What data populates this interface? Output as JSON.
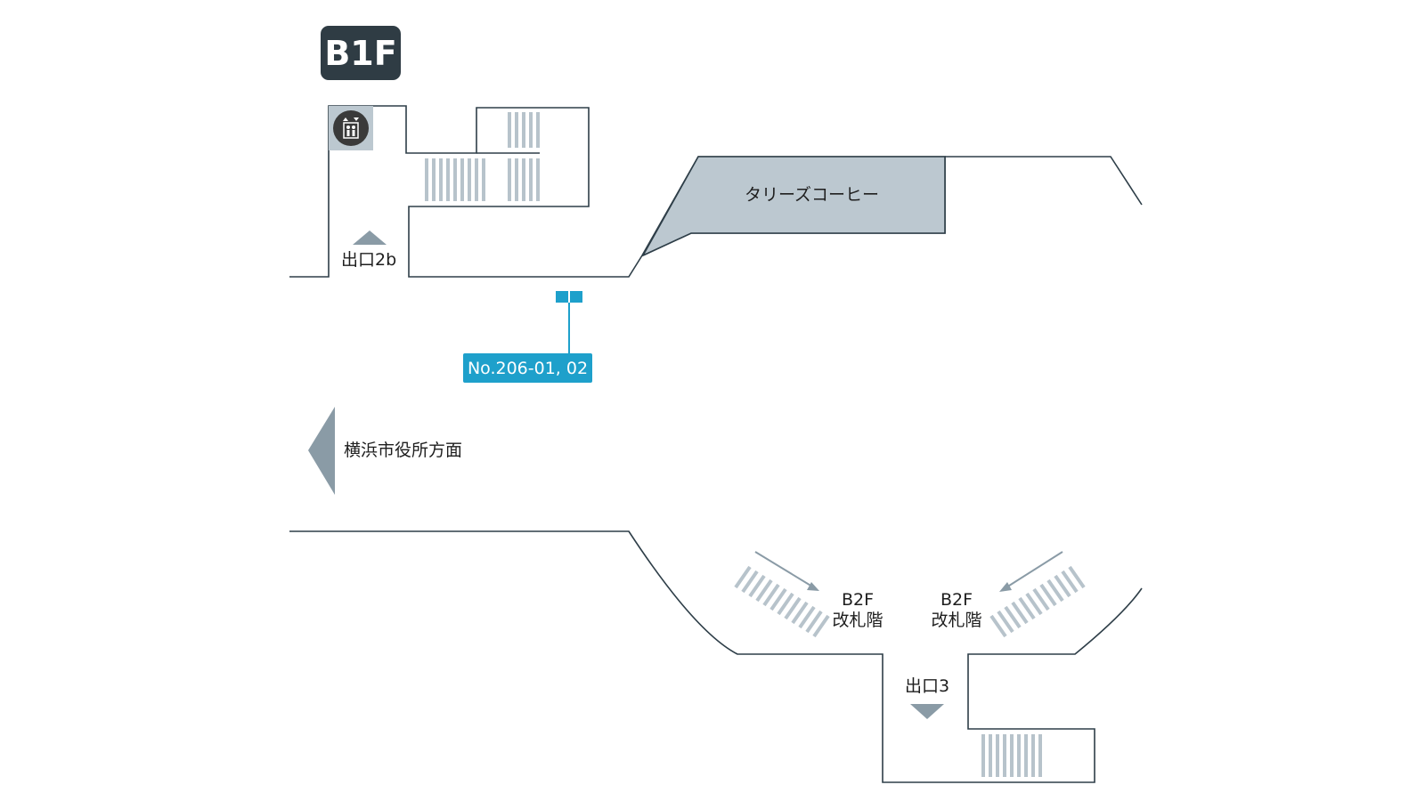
{
  "floor": {
    "label": "B1F"
  },
  "shop": {
    "name": "タリーズコーヒー"
  },
  "exits": {
    "exit_2b": "出口2b",
    "exit_3": "出口3"
  },
  "direction": {
    "label": "横浜市役所方面"
  },
  "ad": {
    "label": "No.206-01, 02"
  },
  "escalators": {
    "left": {
      "line1": "B2F",
      "line2": "改札階"
    },
    "right": {
      "line1": "B2F",
      "line2": "改札階"
    }
  },
  "icons": {
    "elevator": "elevator-icon",
    "arrow_up": "arrow-up-icon",
    "arrow_down": "arrow-down-icon",
    "arrow_left": "arrow-left-icon"
  },
  "colors": {
    "badge": "#2f3c44",
    "shop_fill": "#bcc8d0",
    "wall": "#2e3e48",
    "stairs": "#b7c3cb",
    "ad_accent": "#1ea0cb",
    "arrow": "#8a9ba6"
  }
}
